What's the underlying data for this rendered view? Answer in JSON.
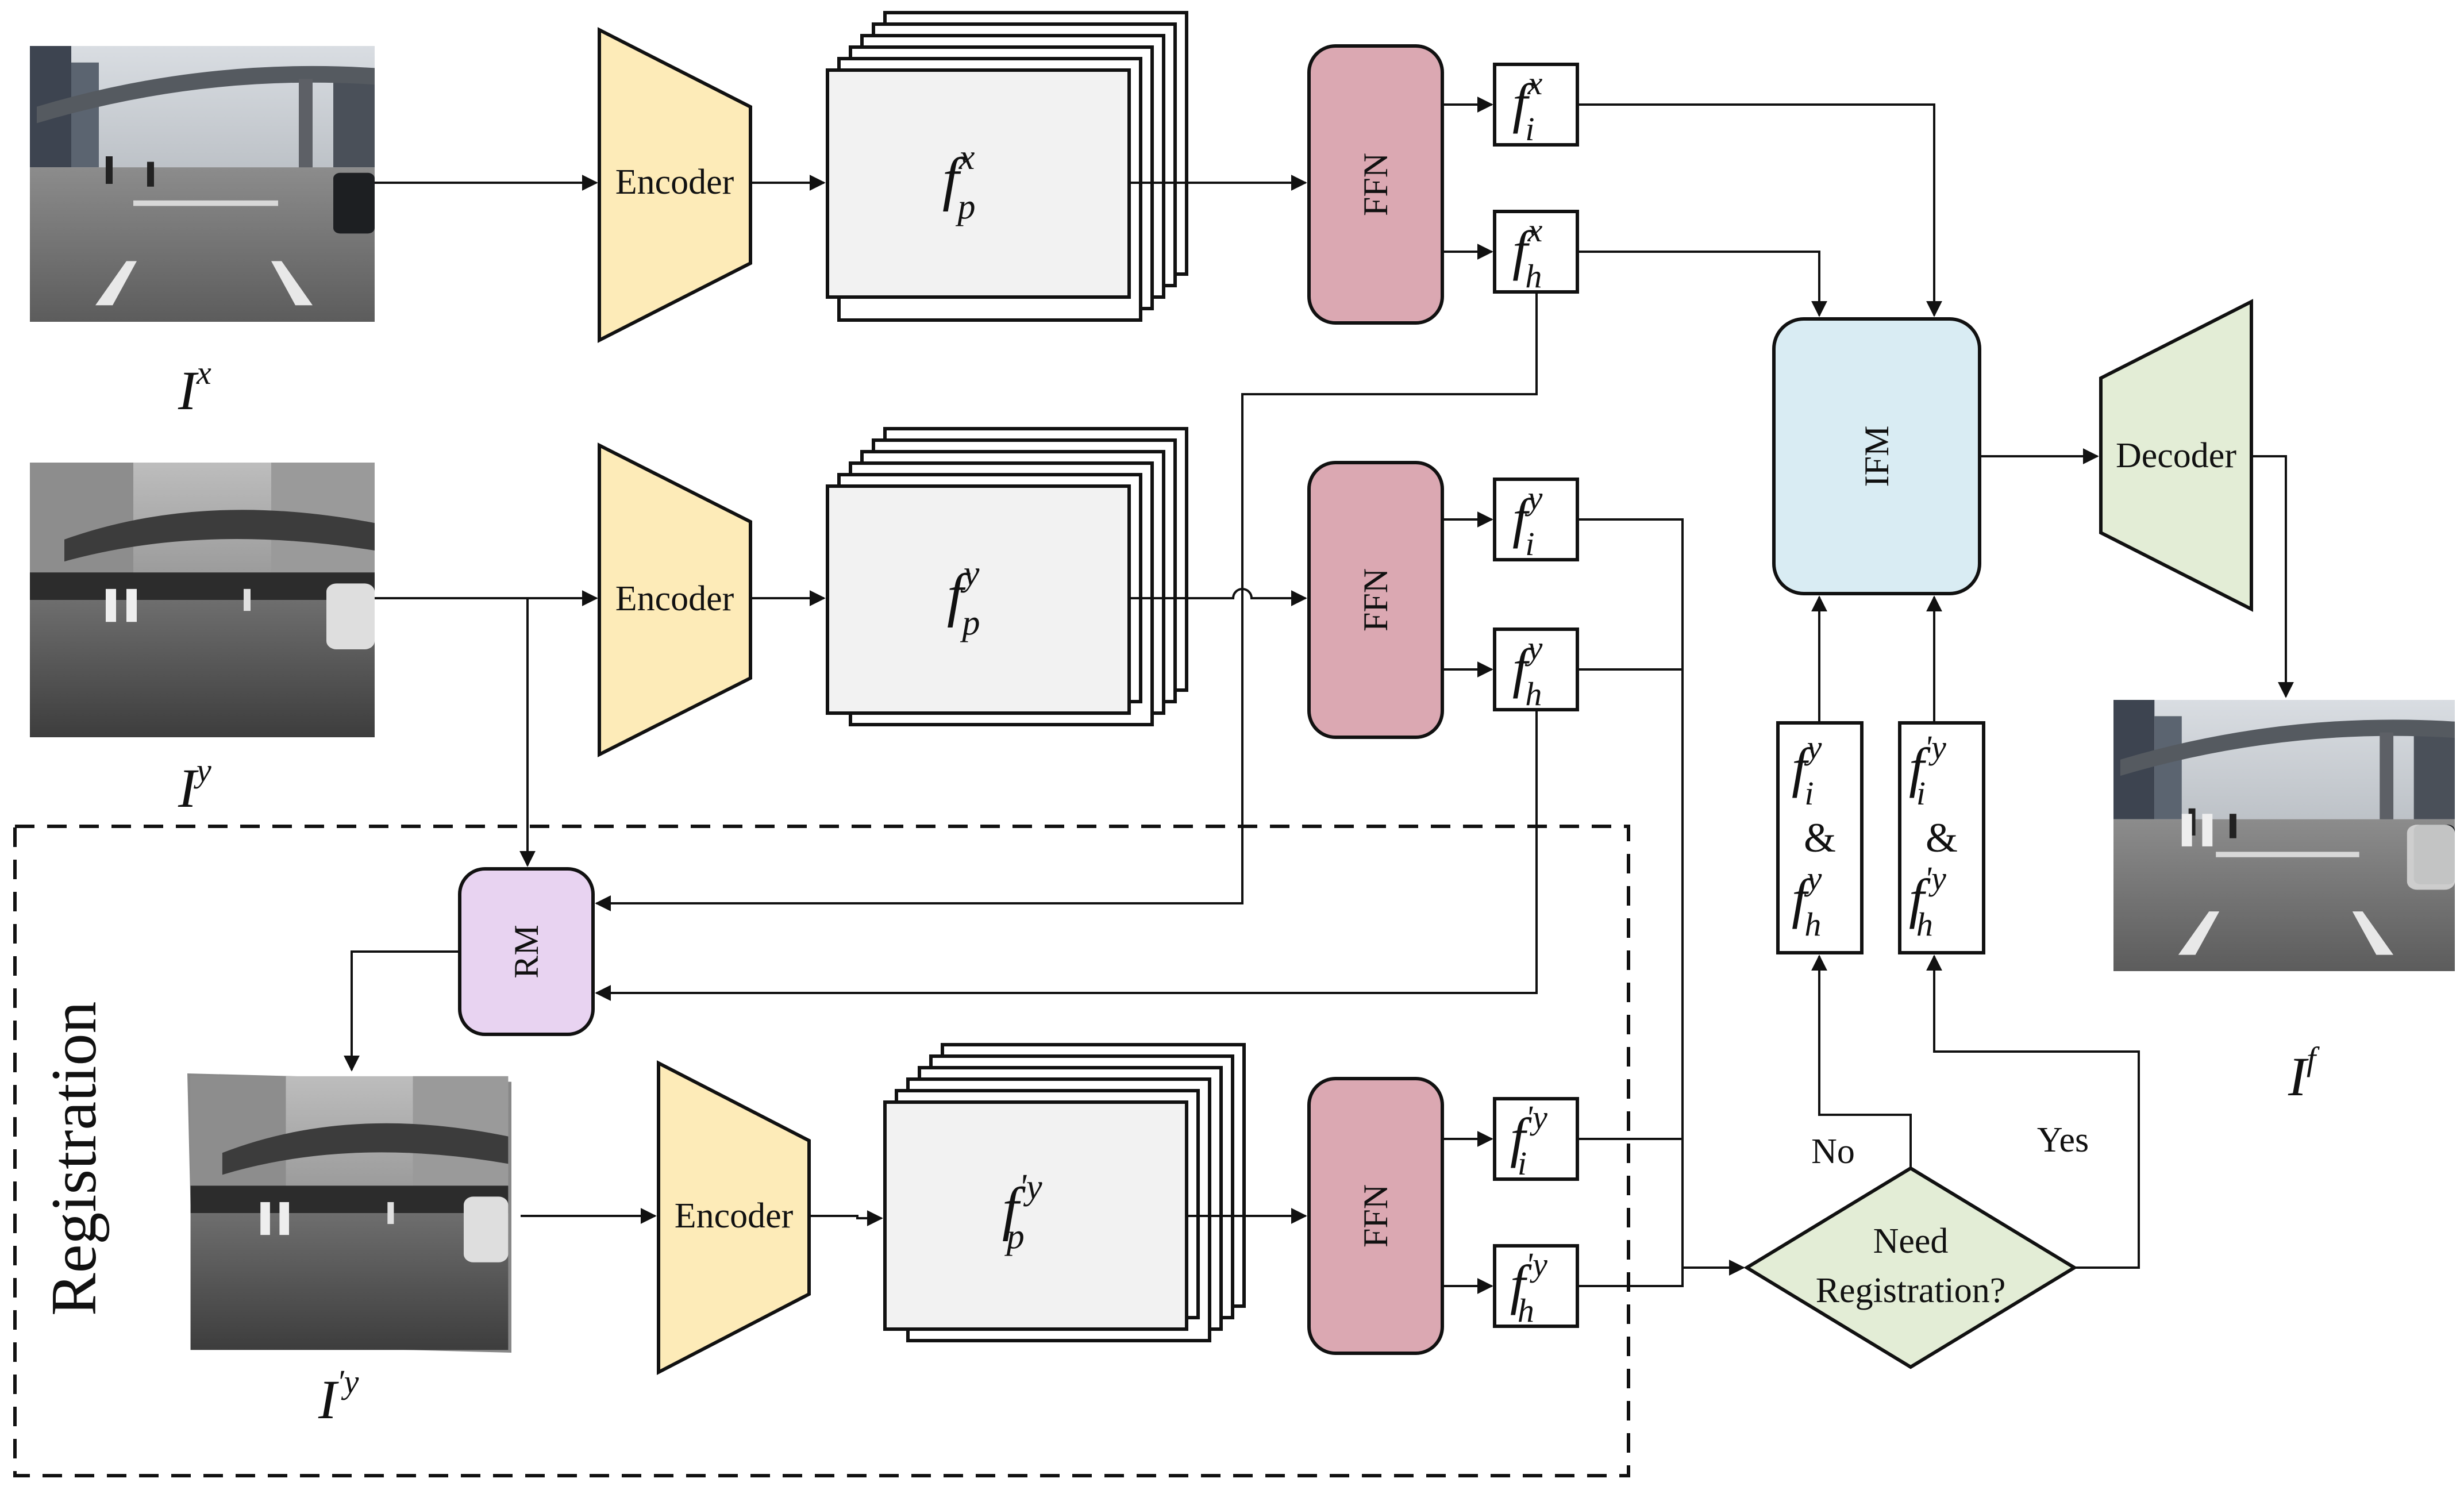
{
  "colors": {
    "encoder": "#fdebb8",
    "decoder": "#e3edd6",
    "ffn": "#dba8b2",
    "ifm": "#d9ecf3",
    "rm": "#e8d3f1",
    "feature": "#f2f2f2",
    "decision": "#e3edd6",
    "stroke": "#111111"
  },
  "images": {
    "visible": {
      "symbol": "I",
      "sup": "x"
    },
    "infrared": {
      "symbol": "I",
      "sup": "y"
    },
    "registered": {
      "symbol": "I",
      "sup": "′y"
    },
    "fused": {
      "symbol": "I",
      "sup": "f"
    }
  },
  "blocks": {
    "encoder": "Encoder",
    "decoder": "Decoder",
    "ffn": "FFN",
    "ifm": "IFM",
    "rm": "RM"
  },
  "features": {
    "fpx": {
      "base": "f",
      "sup": "x",
      "sub": "p"
    },
    "fpy": {
      "base": "f",
      "sup": "y",
      "sub": "p"
    },
    "fpy2": {
      "base": "f",
      "sup": "'y",
      "sub": "p"
    },
    "fix": {
      "base": "f",
      "sup": "x",
      "sub": "i"
    },
    "fhx": {
      "base": "f",
      "sup": "x",
      "sub": "h"
    },
    "fiy": {
      "base": "f",
      "sup": "y",
      "sub": "i"
    },
    "fhy": {
      "base": "f",
      "sup": "y",
      "sub": "h"
    },
    "fiy2": {
      "base": "f",
      "sup": "'y",
      "sub": "i"
    },
    "fhy2": {
      "base": "f",
      "sup": "'y",
      "sub": "h"
    }
  },
  "ampersand": "&",
  "region_label": "Registration",
  "decision": {
    "line1": "Need",
    "line2": "Registration?"
  },
  "branches": {
    "no": "No",
    "yes": "Yes"
  },
  "icons": [
    "street-scene-visible",
    "street-scene-infrared",
    "street-scene-warped",
    "street-scene-fused"
  ]
}
